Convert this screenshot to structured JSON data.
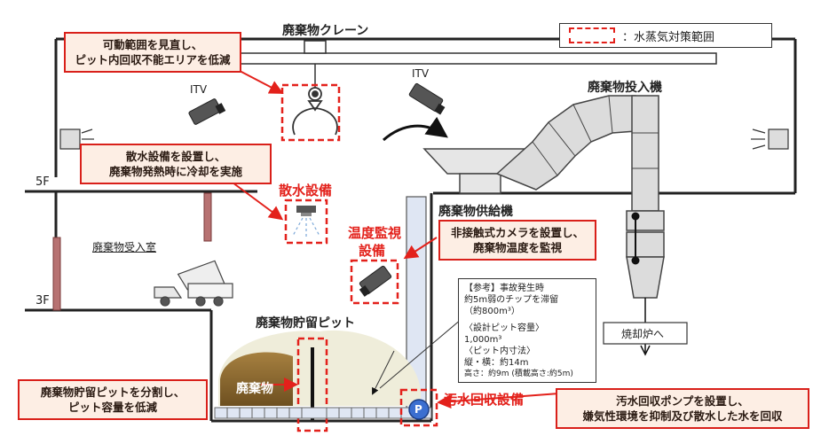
{
  "legend": {
    "label": "：水蒸気対策範囲",
    "color": "#e3211b"
  },
  "labels": {
    "crane": "廃棄物クレーン",
    "feeder_hopper": "廃棄物投入機",
    "supply_machine": "廃棄物供給機",
    "receiving_room": "廃棄物受入室",
    "storage_pit": "廃棄物貯留ピット",
    "waste": "廃棄物",
    "incinerator": "焼却炉へ",
    "floor_5f": "5F",
    "floor_3f": "3F",
    "itv_left": "ITV",
    "itv_right": "ITV",
    "pump_symbol": "P"
  },
  "red_labels": {
    "sprinkler": "散水設備",
    "temp_monitor_line1": "温度監視",
    "temp_monitor_line2": "設備",
    "wastewater": "汚水回収設備"
  },
  "callouts": {
    "crane": [
      "可動範囲を見直し、",
      "ピット内回収不能エリアを低減"
    ],
    "sprinkler": [
      "散水設備を設置し、",
      "廃棄物発熱時に冷却を実施"
    ],
    "camera": [
      "非接触式カメラを設置し、",
      "廃棄物温度を監視"
    ],
    "pit": [
      "廃棄物貯留ピットを分割し、",
      "ピット容量を低減"
    ],
    "pump": [
      "汚水回収ポンプを設置し、",
      "嫌気性環境を抑制及び散水した水を回収"
    ]
  },
  "reference": {
    "lines": [
      "【参考】事故発生時",
      "約5m弱のチップを滞留",
      "（約800m³）",
      "",
      "〈設計ピット容量〉",
      "1,000m³",
      "〈ピット内寸法〉",
      "縦・横：約14m",
      "高さ：約9m (積載高さ:約5m)"
    ]
  },
  "colors": {
    "accent": "#e3211b",
    "callout_fill": "#fdeee4",
    "wall": "#222222",
    "waste_pile": "#8a6a2e"
  }
}
